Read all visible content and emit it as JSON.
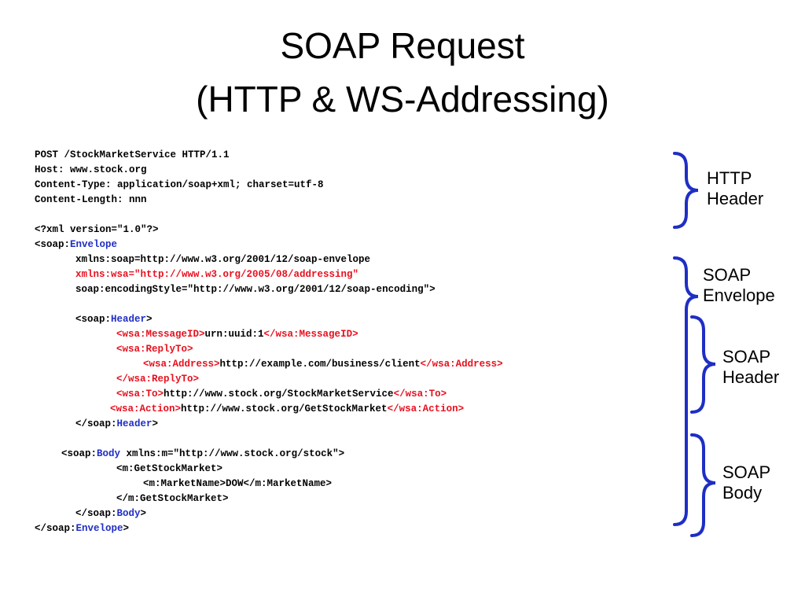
{
  "slide": {
    "title_line1": "SOAP Request",
    "title_line2": "(HTTP & WS-Addressing)"
  },
  "code": {
    "post": "POST /StockMarketService HTTP/1.1",
    "host": "Host: www.stock.org",
    "content_type": "Content-Type: application/soap+xml; charset=utf-8",
    "content_length": "Content-Length: nnn",
    "xml_decl": "<?xml version=\"1.0\"?>",
    "env_open_prefix": "<soap:",
    "env_name": "Envelope",
    "xmlns_soap": "xmlns:soap=http://www.w3.org/2001/12/soap-envelope",
    "xmlns_wsa": "xmlns:wsa=\"http://www.w3.org/2005/08/addressing\"",
    "encoding_style": "soap:encodingStyle=\"http://www.w3.org/2001/12/soap-encoding\">",
    "header_open_prefix": "<soap:",
    "header_name": "Header",
    "gt": ">",
    "msgid_open": "<wsa:MessageID>",
    "msgid_value": "urn:uuid:1",
    "msgid_close": "</wsa:MessageID>",
    "replyto_open": "<wsa:ReplyTo>",
    "address_open": "<wsa:Address>",
    "address_value": "http://example.com/business/client",
    "address_close": "</wsa:Address>",
    "replyto_close": "</wsa:ReplyTo>",
    "to_open": "<wsa:To>",
    "to_value": "http://www.stock.org/StockMarketService",
    "to_close": "</wsa:To>",
    "action_open": "<wsa:Action>",
    "action_value": "http://www.stock.org/GetStockMarket",
    "action_close": "</wsa:Action>",
    "header_close_prefix": "</soap:",
    "body_open_prefix": "<soap:",
    "body_name": "Body",
    "body_attr": " xmlns:m=\"http://www.stock.org/stock\">",
    "gsm_open": "<m:GetStockMarket>",
    "market_name": "<m:MarketName>DOW</m:MarketName>",
    "gsm_close": "</m:GetStockMarket>",
    "body_close_prefix": "</soap:",
    "env_close_prefix": "</soap:"
  },
  "braces": {
    "http_header": [
      "HTTP",
      "Header"
    ],
    "soap_envelope": [
      "SOAP",
      "Envelope"
    ],
    "soap_header": [
      "SOAP",
      "Header"
    ],
    "soap_body": [
      "SOAP",
      "Body"
    ],
    "color": "#1f2ec4"
  },
  "colors": {
    "tag_blue": "#1f2ec4",
    "wsa_red": "#e8101e"
  }
}
